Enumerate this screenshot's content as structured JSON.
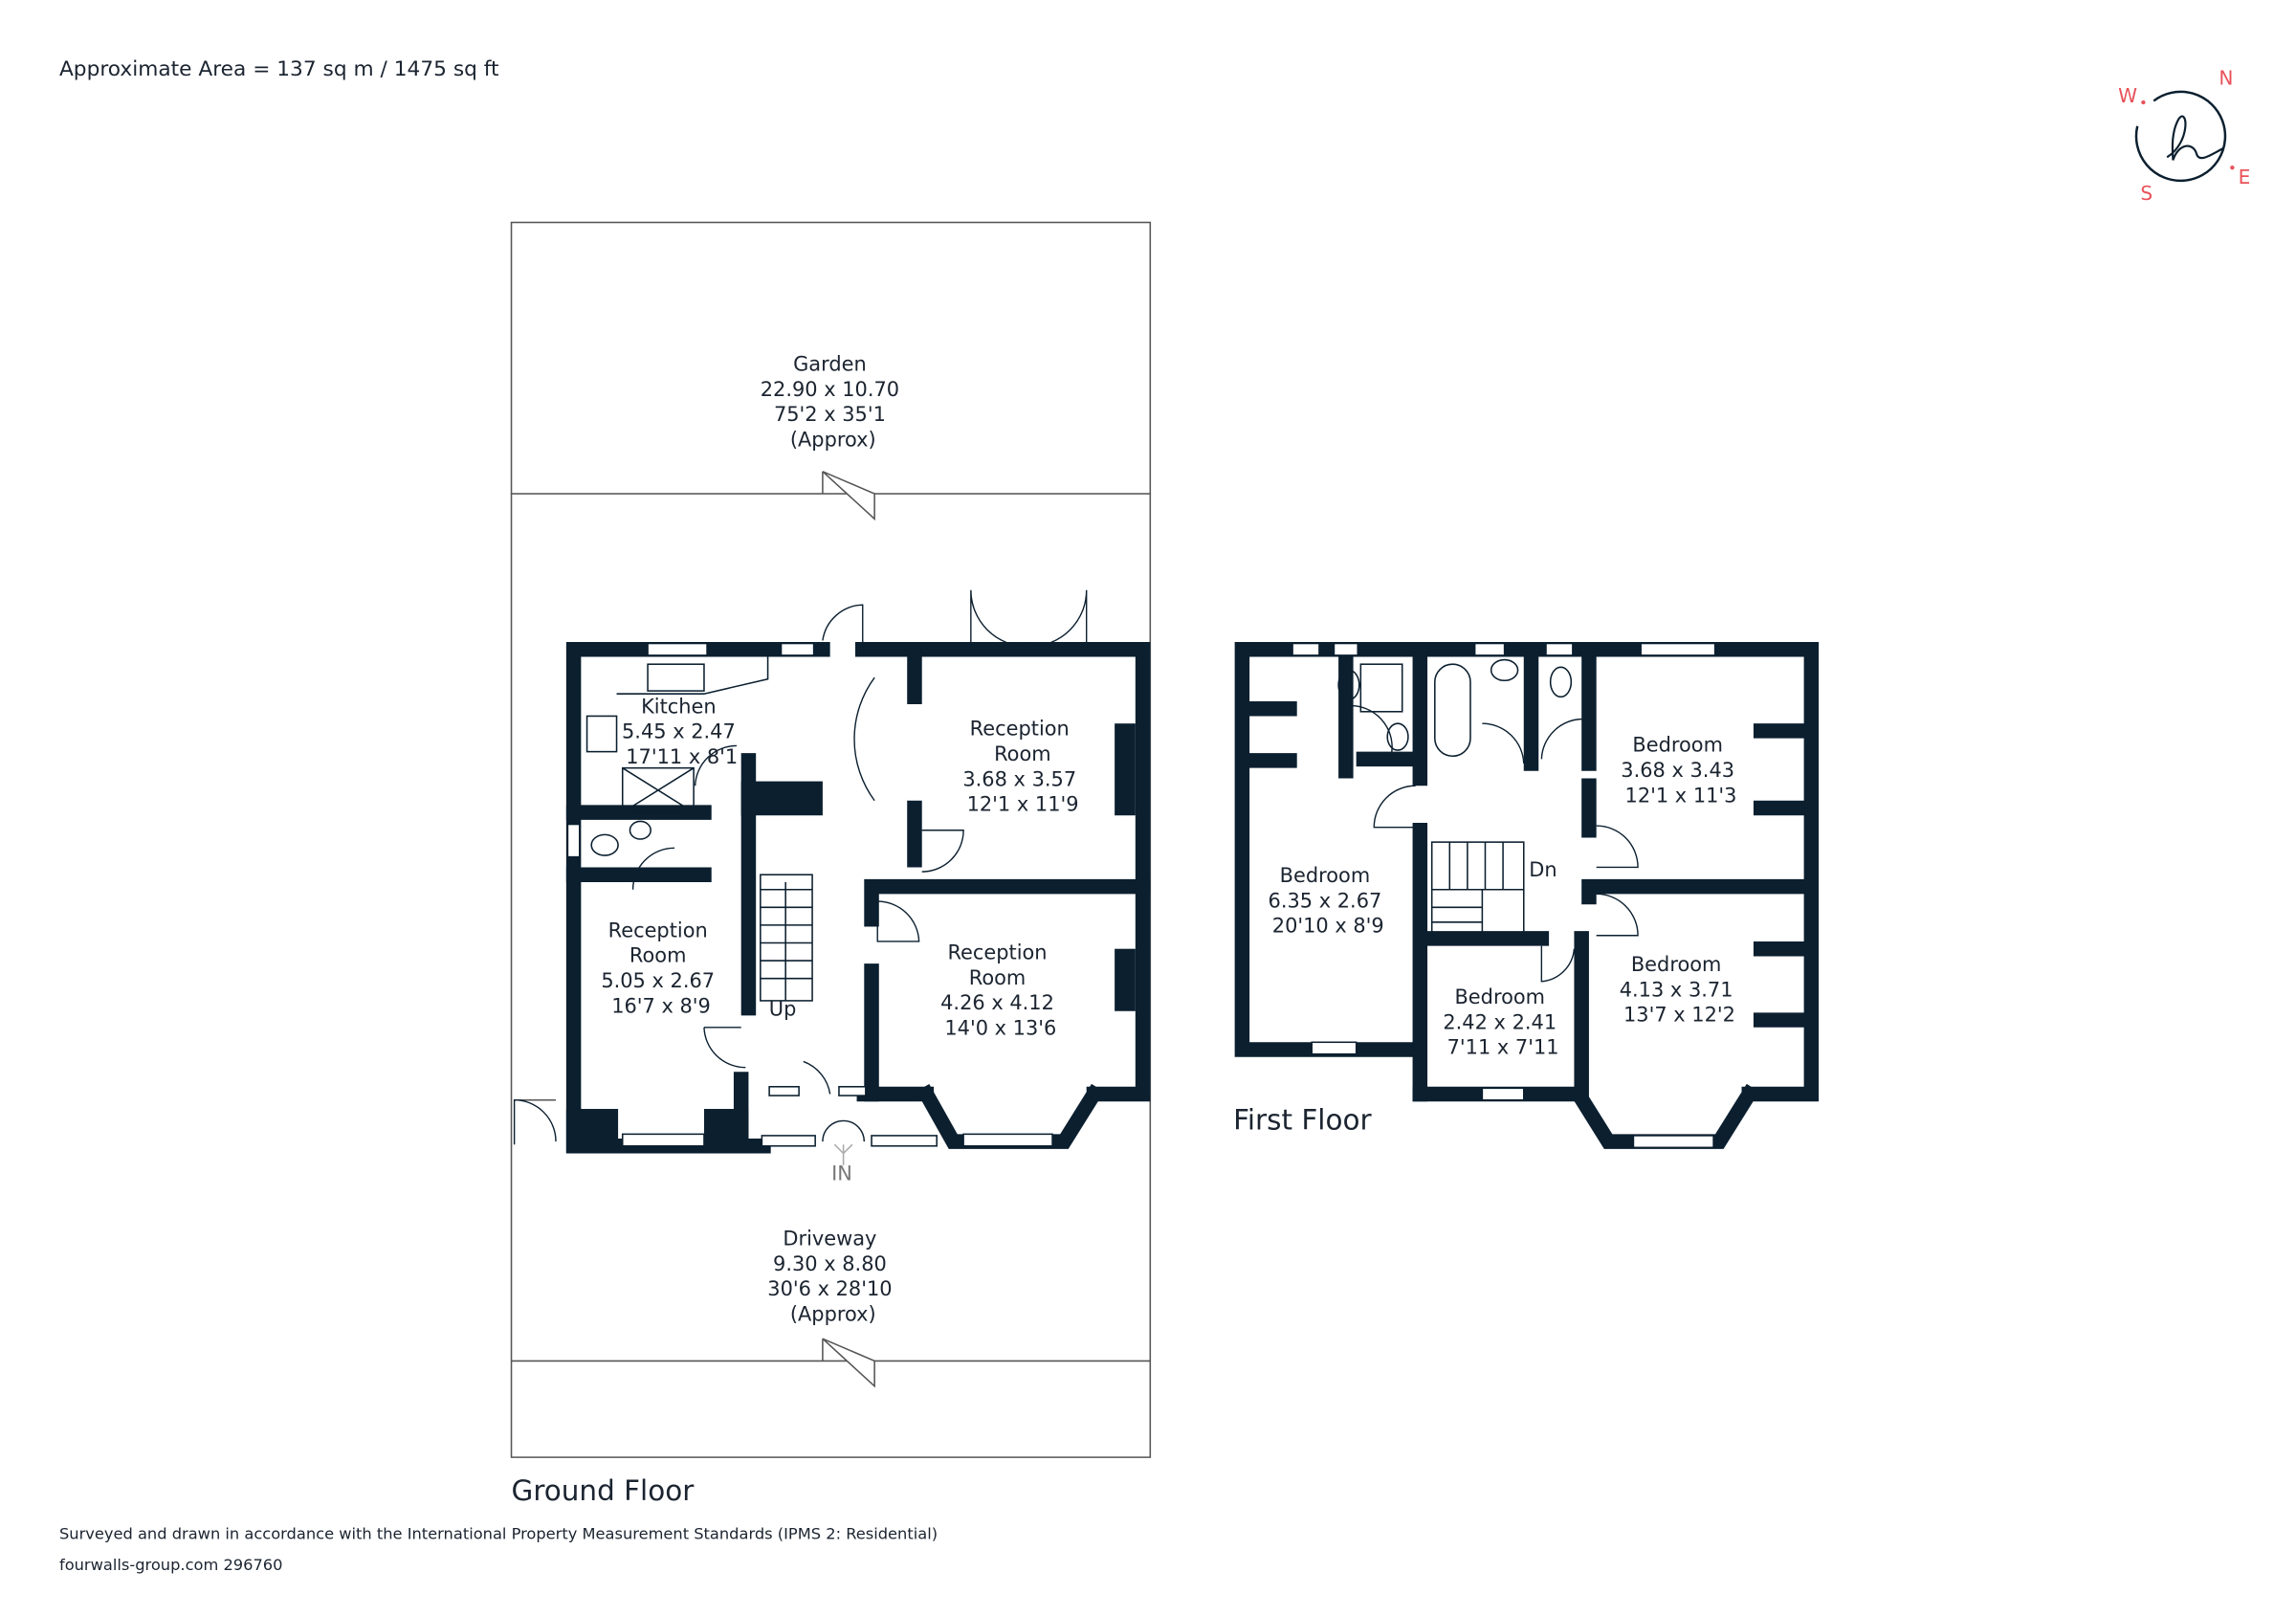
{
  "header": {
    "area": "Approximate Area = 137 sq m / 1475 sq ft"
  },
  "compass": {
    "north": "N",
    "east": "E",
    "south": "S",
    "west": "W",
    "logo_text": "h",
    "letter_color": "#e8525a",
    "ring_color": "#0b1f2f"
  },
  "colors": {
    "wall": "#0b1f2f",
    "text": "#1b2430"
  },
  "ground_floor": {
    "label": "Ground Floor",
    "garden": {
      "lines": [
        "Garden",
        "22.90 x 10.70",
        "75'2 x 35'1",
        "(Approx)"
      ]
    },
    "driveway": {
      "lines": [
        "Driveway",
        "9.30 x 8.80",
        "30'6 x 28'10",
        "(Approx)"
      ]
    },
    "rooms": [
      {
        "lines": [
          "Kitchen",
          "5.45 x 2.47",
          "17'11 x 8'1"
        ]
      },
      {
        "lines": [
          "Reception",
          "Room",
          "3.68 x 3.57",
          "12'1 x 11'9"
        ]
      },
      {
        "lines": [
          "Reception",
          "Room",
          "5.05 x 2.67",
          "16'7 x 8'9"
        ]
      },
      {
        "lines": [
          "Reception",
          "Room",
          "4.26 x 4.12",
          "14'0 x 13'6"
        ]
      }
    ],
    "stairs_label": "Up",
    "entrance_label": "IN"
  },
  "first_floor": {
    "label": "First Floor",
    "rooms": [
      {
        "lines": [
          "Bedroom",
          "3.68 x 3.43",
          "12'1 x 11'3"
        ]
      },
      {
        "lines": [
          "Bedroom",
          "6.35 x 2.67",
          "20'10 x 8'9"
        ]
      },
      {
        "lines": [
          "Bedroom",
          "4.13 x 3.71",
          "13'7 x 12'2"
        ]
      },
      {
        "lines": [
          "Bedroom",
          "2.42 x 2.41",
          "7'11 x 7'11"
        ]
      }
    ],
    "stairs_label": "Dn"
  },
  "footer": {
    "standard": "Surveyed and drawn in accordance with the International Property Measurement Standards (IPMS 2: Residential)",
    "reference": "fourwalls-group.com 296760"
  }
}
